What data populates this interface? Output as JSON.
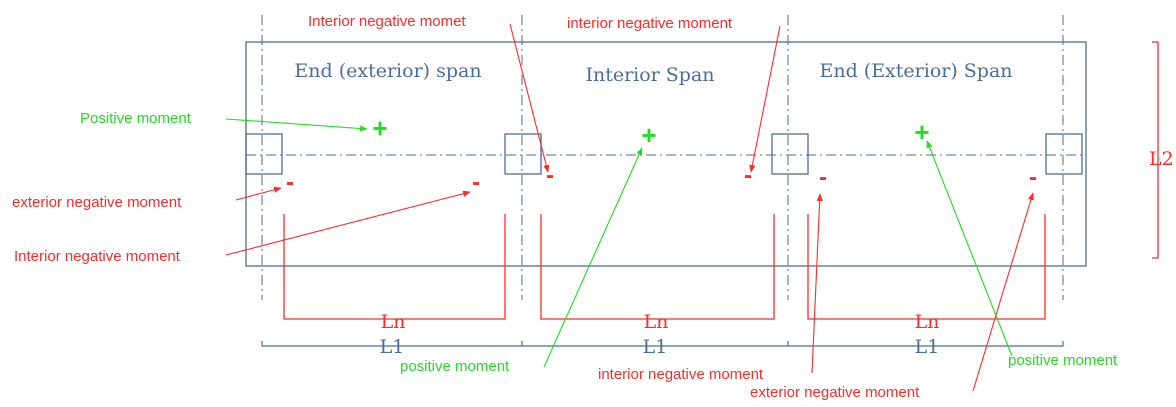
{
  "spans": {
    "end_left": "End (exterior) span",
    "interior": "Interior Span",
    "end_right": "End (Exterior) Span"
  },
  "dims": {
    "l2": "L2",
    "ln": "Ln",
    "l1": "L1"
  },
  "symbols": {
    "plus": "+",
    "minus": "-"
  },
  "labels": {
    "positive_moment_top": "Positive moment",
    "exterior_negative_left": "exterior negative moment",
    "interior_negative_left": "Interior negative moment",
    "interior_negative_top_left": "Interior negative momet",
    "interior_negative_top_right": "interior negative moment",
    "positive_moment_bottom_left": "positive moment",
    "interior_negative_bottom": "interior negative moment",
    "exterior_negative_bottom": "exterior negative moment",
    "positive_moment_bottom_right": "positive moment"
  },
  "colors": {
    "structure": "#4a6d9c",
    "negative": "#ff2a2a",
    "positive": "#22dd22"
  }
}
